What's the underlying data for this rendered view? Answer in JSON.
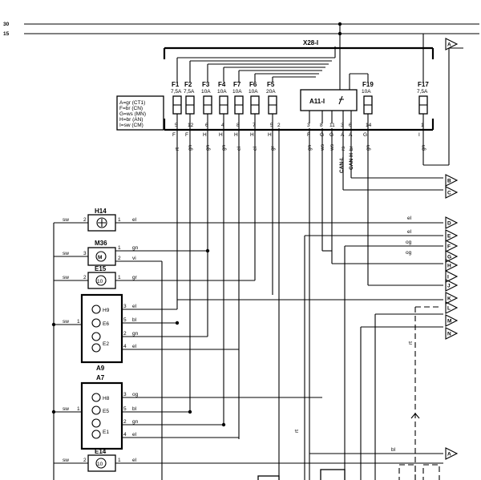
{
  "rails": {
    "r30": "30",
    "r15": "15"
  },
  "main_connector": "X28-I",
  "legend": [
    "A=gr (CT1)",
    "F=br (CN)",
    "G=ws (MN)",
    "H=br (AN)",
    "I=sw (CM)"
  ],
  "fuses": [
    {
      "id": "F1",
      "rating": "7,5A",
      "pin": "5",
      "conn": "F",
      "color": "rt"
    },
    {
      "id": "F2",
      "rating": "7,5A",
      "pin": "12",
      "conn": "F",
      "color": "gn"
    },
    {
      "id": "F3",
      "rating": "10A",
      "pin": "6",
      "conn": "H",
      "color": "gn"
    },
    {
      "id": "F4",
      "rating": "10A",
      "pin": "4",
      "conn": "H",
      "color": "gn"
    },
    {
      "id": "F7",
      "rating": "10A",
      "pin": "8",
      "conn": "H",
      "color": "el"
    },
    {
      "id": "F6",
      "rating": "10A",
      "pin": "7",
      "conn": "H",
      "color": "el"
    },
    {
      "id": "F5",
      "rating": "20A",
      "pin": "5",
      "conn": "H",
      "color": "gr"
    },
    {
      "id": "F19",
      "rating": "10A",
      "pin": "14",
      "conn": "G",
      "color": "gn"
    },
    {
      "id": "F17",
      "rating": "7,5A",
      "pin": "1",
      "conn": "I",
      "color": "gn"
    }
  ],
  "module": {
    "id": "A11-I"
  },
  "module_pins": [
    {
      "pin": "3",
      "conn": "F",
      "color": "gn"
    },
    {
      "pin": "8",
      "conn": "G",
      "color": "ws"
    },
    {
      "pin": "11",
      "conn": "G",
      "color": "ws"
    },
    {
      "pin": "3",
      "conn": "A",
      "color": "rs"
    },
    {
      "pin": "6",
      "conn": "A",
      "color": "br"
    }
  ],
  "can": {
    "low": "CAN-L",
    "high": "CAN-H"
  },
  "extra_pin": "2",
  "refs": [
    "A",
    "B",
    "C",
    "D",
    "E",
    "F",
    "G",
    "H",
    "I",
    "J",
    "K",
    "L",
    "M",
    "N",
    "A"
  ],
  "components": {
    "h14": "H14",
    "m36": "M36",
    "e15": "E15",
    "a9": "A9",
    "a7": "A7",
    "e14": "E14",
    "h9": "H9",
    "e6": "E6",
    "e2": "E2",
    "h8": "H8",
    "e5": "E5",
    "e1": "E1",
    "m": "M"
  },
  "wires": {
    "sw": "sw",
    "el": "el",
    "gn": "gn",
    "vi": "vi",
    "gr": "gr",
    "bl": "bl",
    "og": "og",
    "rt": "rt"
  },
  "pins": {
    "p1": "1",
    "p2": "2",
    "p3": "3",
    "p4": "4",
    "p5": "5"
  }
}
